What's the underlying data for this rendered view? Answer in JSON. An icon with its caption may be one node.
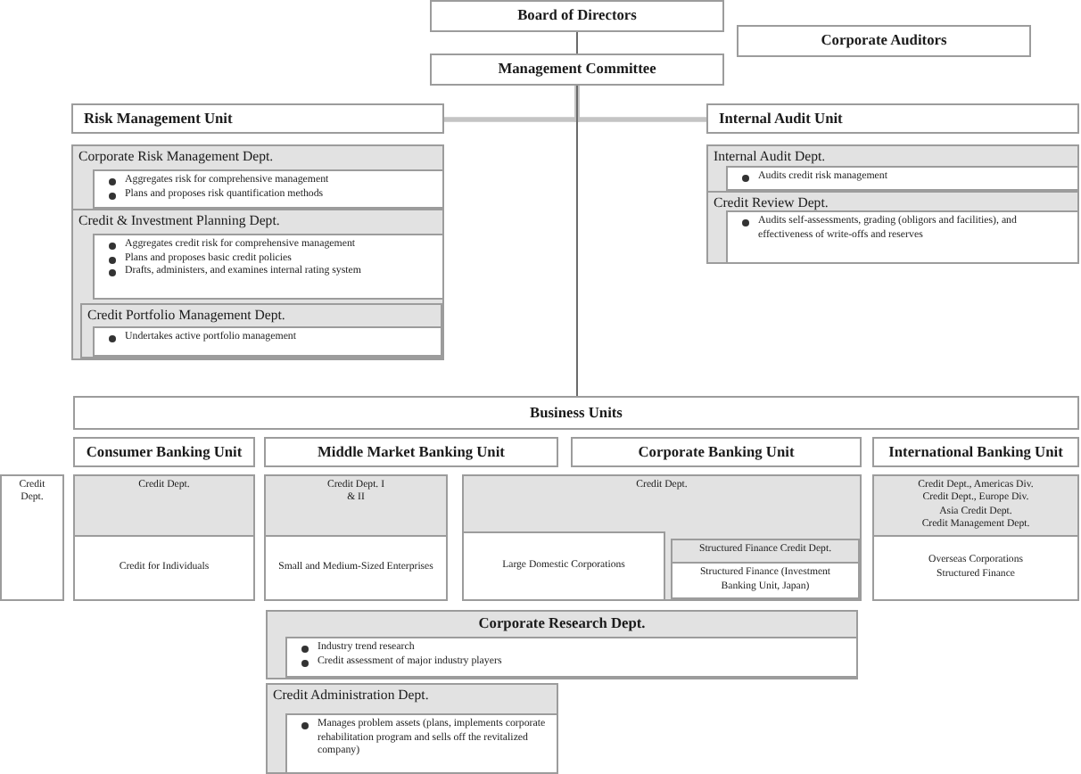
{
  "diagram": {
    "nodes": [
      {
        "text": [
          "Board of Directors"
        ]
      },
      {
        "text": [
          "Corporate Auditors"
        ]
      },
      {
        "text": [
          "Management Committee"
        ]
      },
      {
        "text": [
          "Risk Management Unit"
        ]
      },
      {
        "text": [
          "Internal Audit Unit"
        ]
      },
      {
        "text": [
          "Corporate Risk Management Dept.",
          "Aggregates risk for comprehensive management",
          "Plans and proposes risk quantification methods"
        ]
      },
      {
        "text": [
          "Credit & Investment Planning Dept.",
          "Aggregates credit risk for comprehensive management",
          "Plans and proposes basic credit policies",
          "Drafts, administers, and examines internal rating system"
        ]
      },
      {
        "text": [
          "Credit Portfolio Management Dept.",
          "Undertakes active portfolio management"
        ],
        "in": 6
      },
      {
        "text": [
          "Internal Audit Dept.",
          "Audits credit risk management"
        ]
      },
      {
        "text": [
          "Credit Review Dept.",
          "Audits self-assessments, grading (obligors and facilities), and effectiveness of write-offs and reserves"
        ]
      },
      {
        "text": [
          "Business Units"
        ]
      },
      {
        "text": [
          "Consumer Banking Unit"
        ]
      },
      {
        "text": [
          "Middle Market Banking Unit"
        ]
      },
      {
        "text": [
          "Corporate Banking Unit"
        ]
      },
      {
        "text": [
          "International Banking Unit"
        ]
      },
      {
        "text": [
          "Credit Dept."
        ]
      },
      {
        "text": [
          "Credit Dept.",
          "Credit for Individuals"
        ]
      },
      {
        "text": [
          "Credit Dept. I & II",
          "Small and Medium-Sized Enterprises"
        ]
      },
      {
        "text": [
          "Credit Dept."
        ]
      },
      {
        "text": [
          "Large Domestic Corporations"
        ],
        "in": 18
      },
      {
        "text": [
          "Structured Finance Credit Dept.",
          "Structured Finance (Investment Banking Unit, Japan)"
        ],
        "in": 18
      },
      {
        "text": [
          "Credit Dept., Americas Div.",
          "Credit Dept., Europe Div.",
          "Asia Credit Dept.",
          "Credit Management Dept.",
          "Overseas Corporations",
          "Structured Finance"
        ]
      },
      {
        "text": [
          "Corporate Research Dept.",
          "Industry trend research",
          "Credit assessment of major industry players"
        ]
      },
      {
        "text": [
          "Credit Administration Dept.",
          "Manages problem assets (plans, implements corporate rehabilitation program and sells off the revitalized company)"
        ]
      }
    ],
    "edges": [
      {
        "from": 0,
        "to": 2,
        "arrow": "none"
      },
      {
        "from": 2,
        "to": 3,
        "arrow": "none",
        "style": "thick",
        "color": "#c4c4c4"
      },
      {
        "from": 2,
        "to": 4,
        "arrow": "none",
        "style": "thick",
        "color": "#c4c4c4"
      },
      {
        "from": 2,
        "to": 10,
        "arrow": "none"
      }
    ]
  }
}
